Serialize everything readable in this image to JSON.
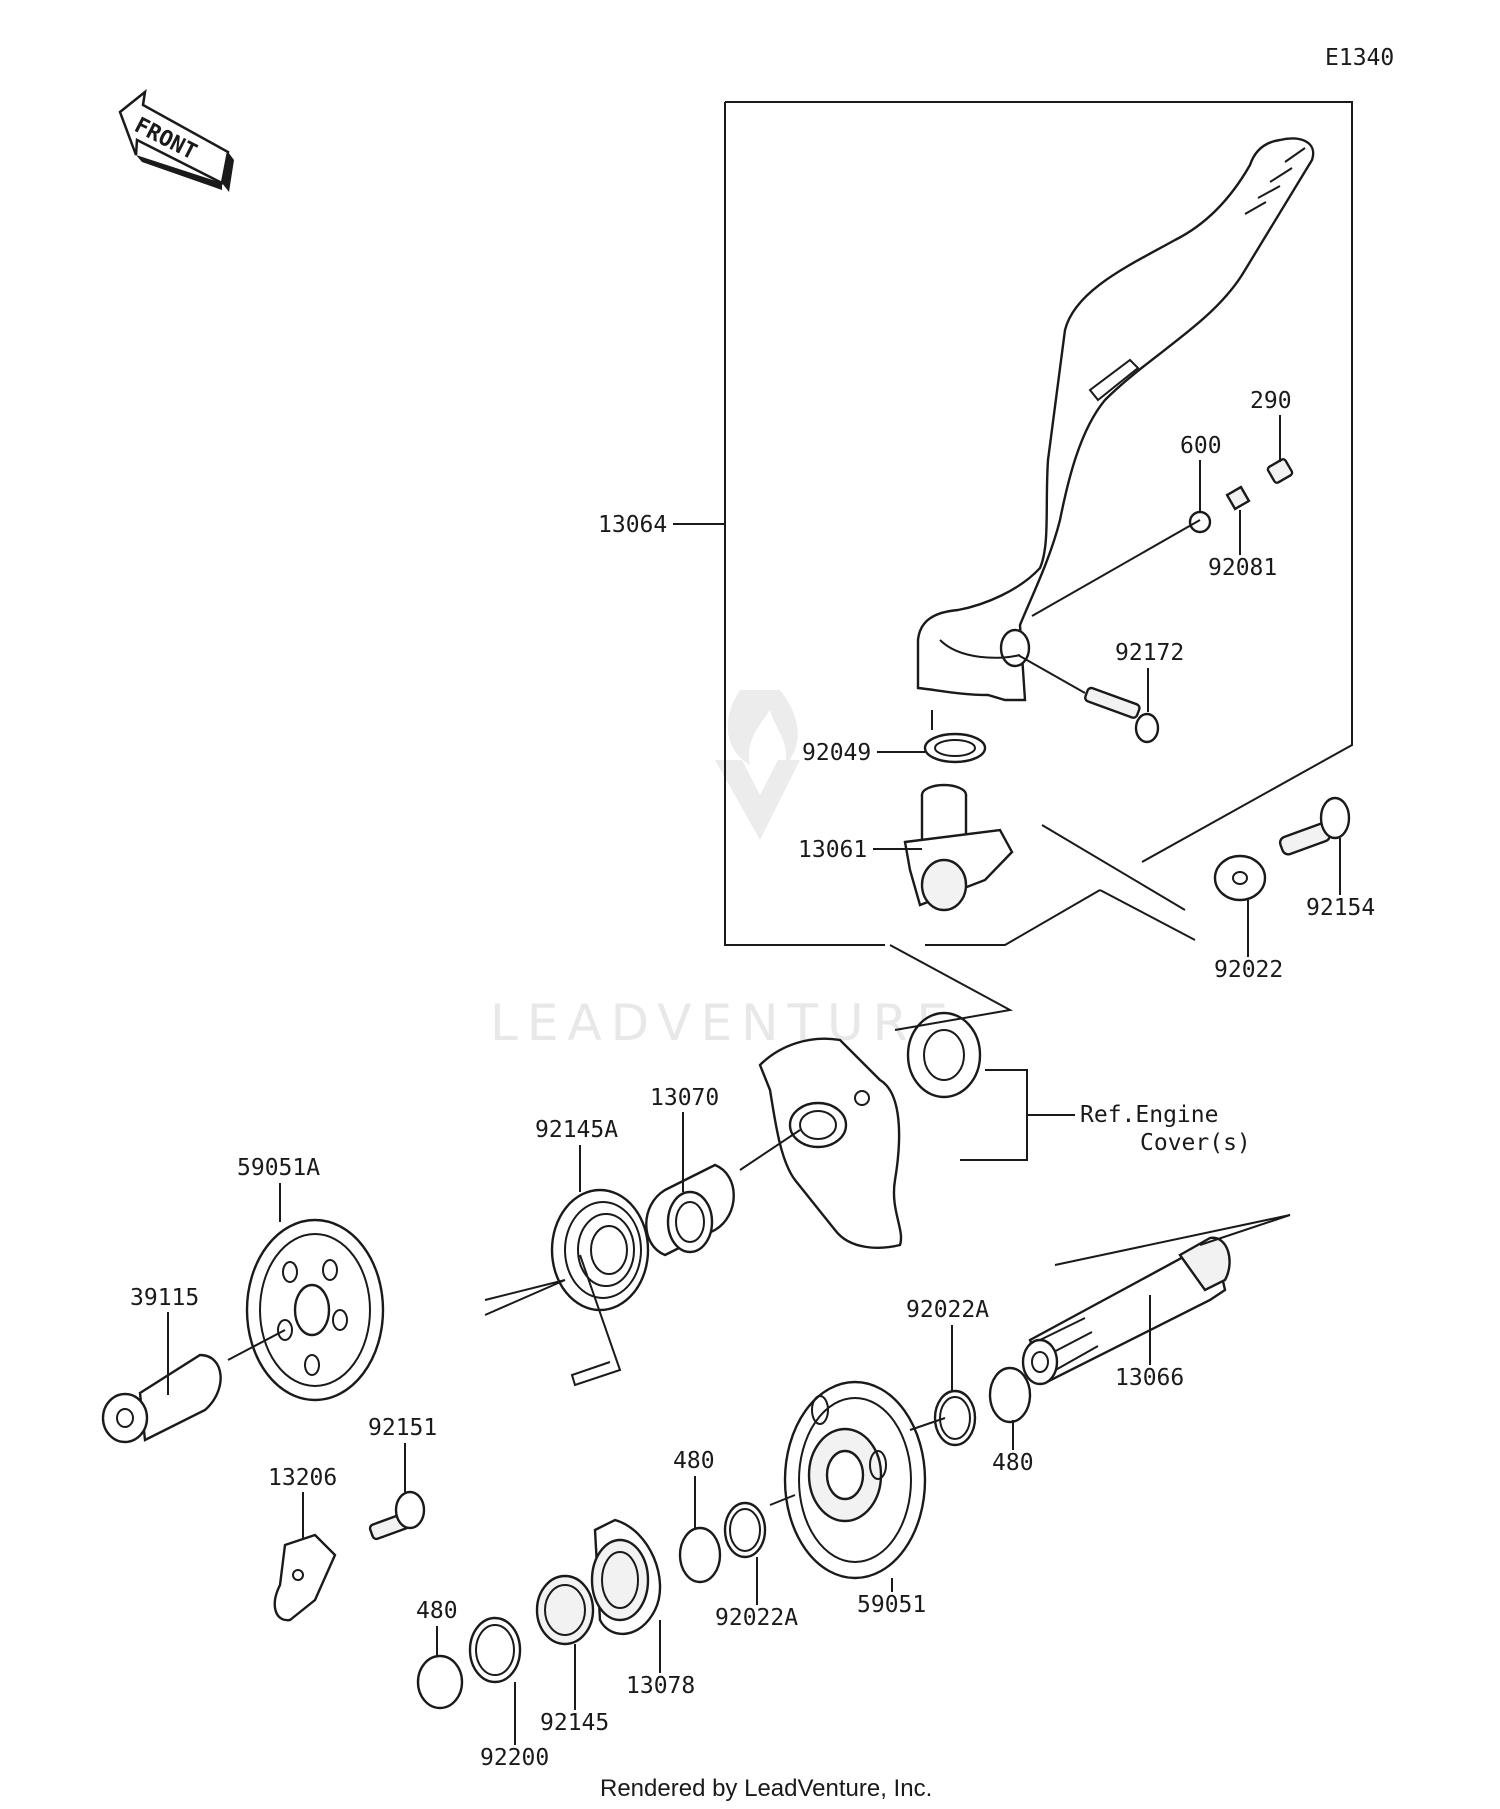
{
  "diagram": {
    "code": "E1340",
    "front_arrow_text": "FRONT",
    "watermark": "LEADVENTURE",
    "footer": "Rendered by LeadVenture, Inc.",
    "ref_note": {
      "line1": "Ref.Engine",
      "line2": "Cover(s)"
    }
  },
  "parts": [
    "13064",
    "290",
    "600",
    "92081",
    "92172",
    "92049",
    "13061",
    "92154",
    "92022",
    "13070",
    "92145A",
    "59051A",
    "39115",
    "92022A",
    "13066",
    "480",
    "92151",
    "13206",
    "59051",
    "92022A",
    "480",
    "480",
    "92200",
    "92145",
    "13078"
  ]
}
